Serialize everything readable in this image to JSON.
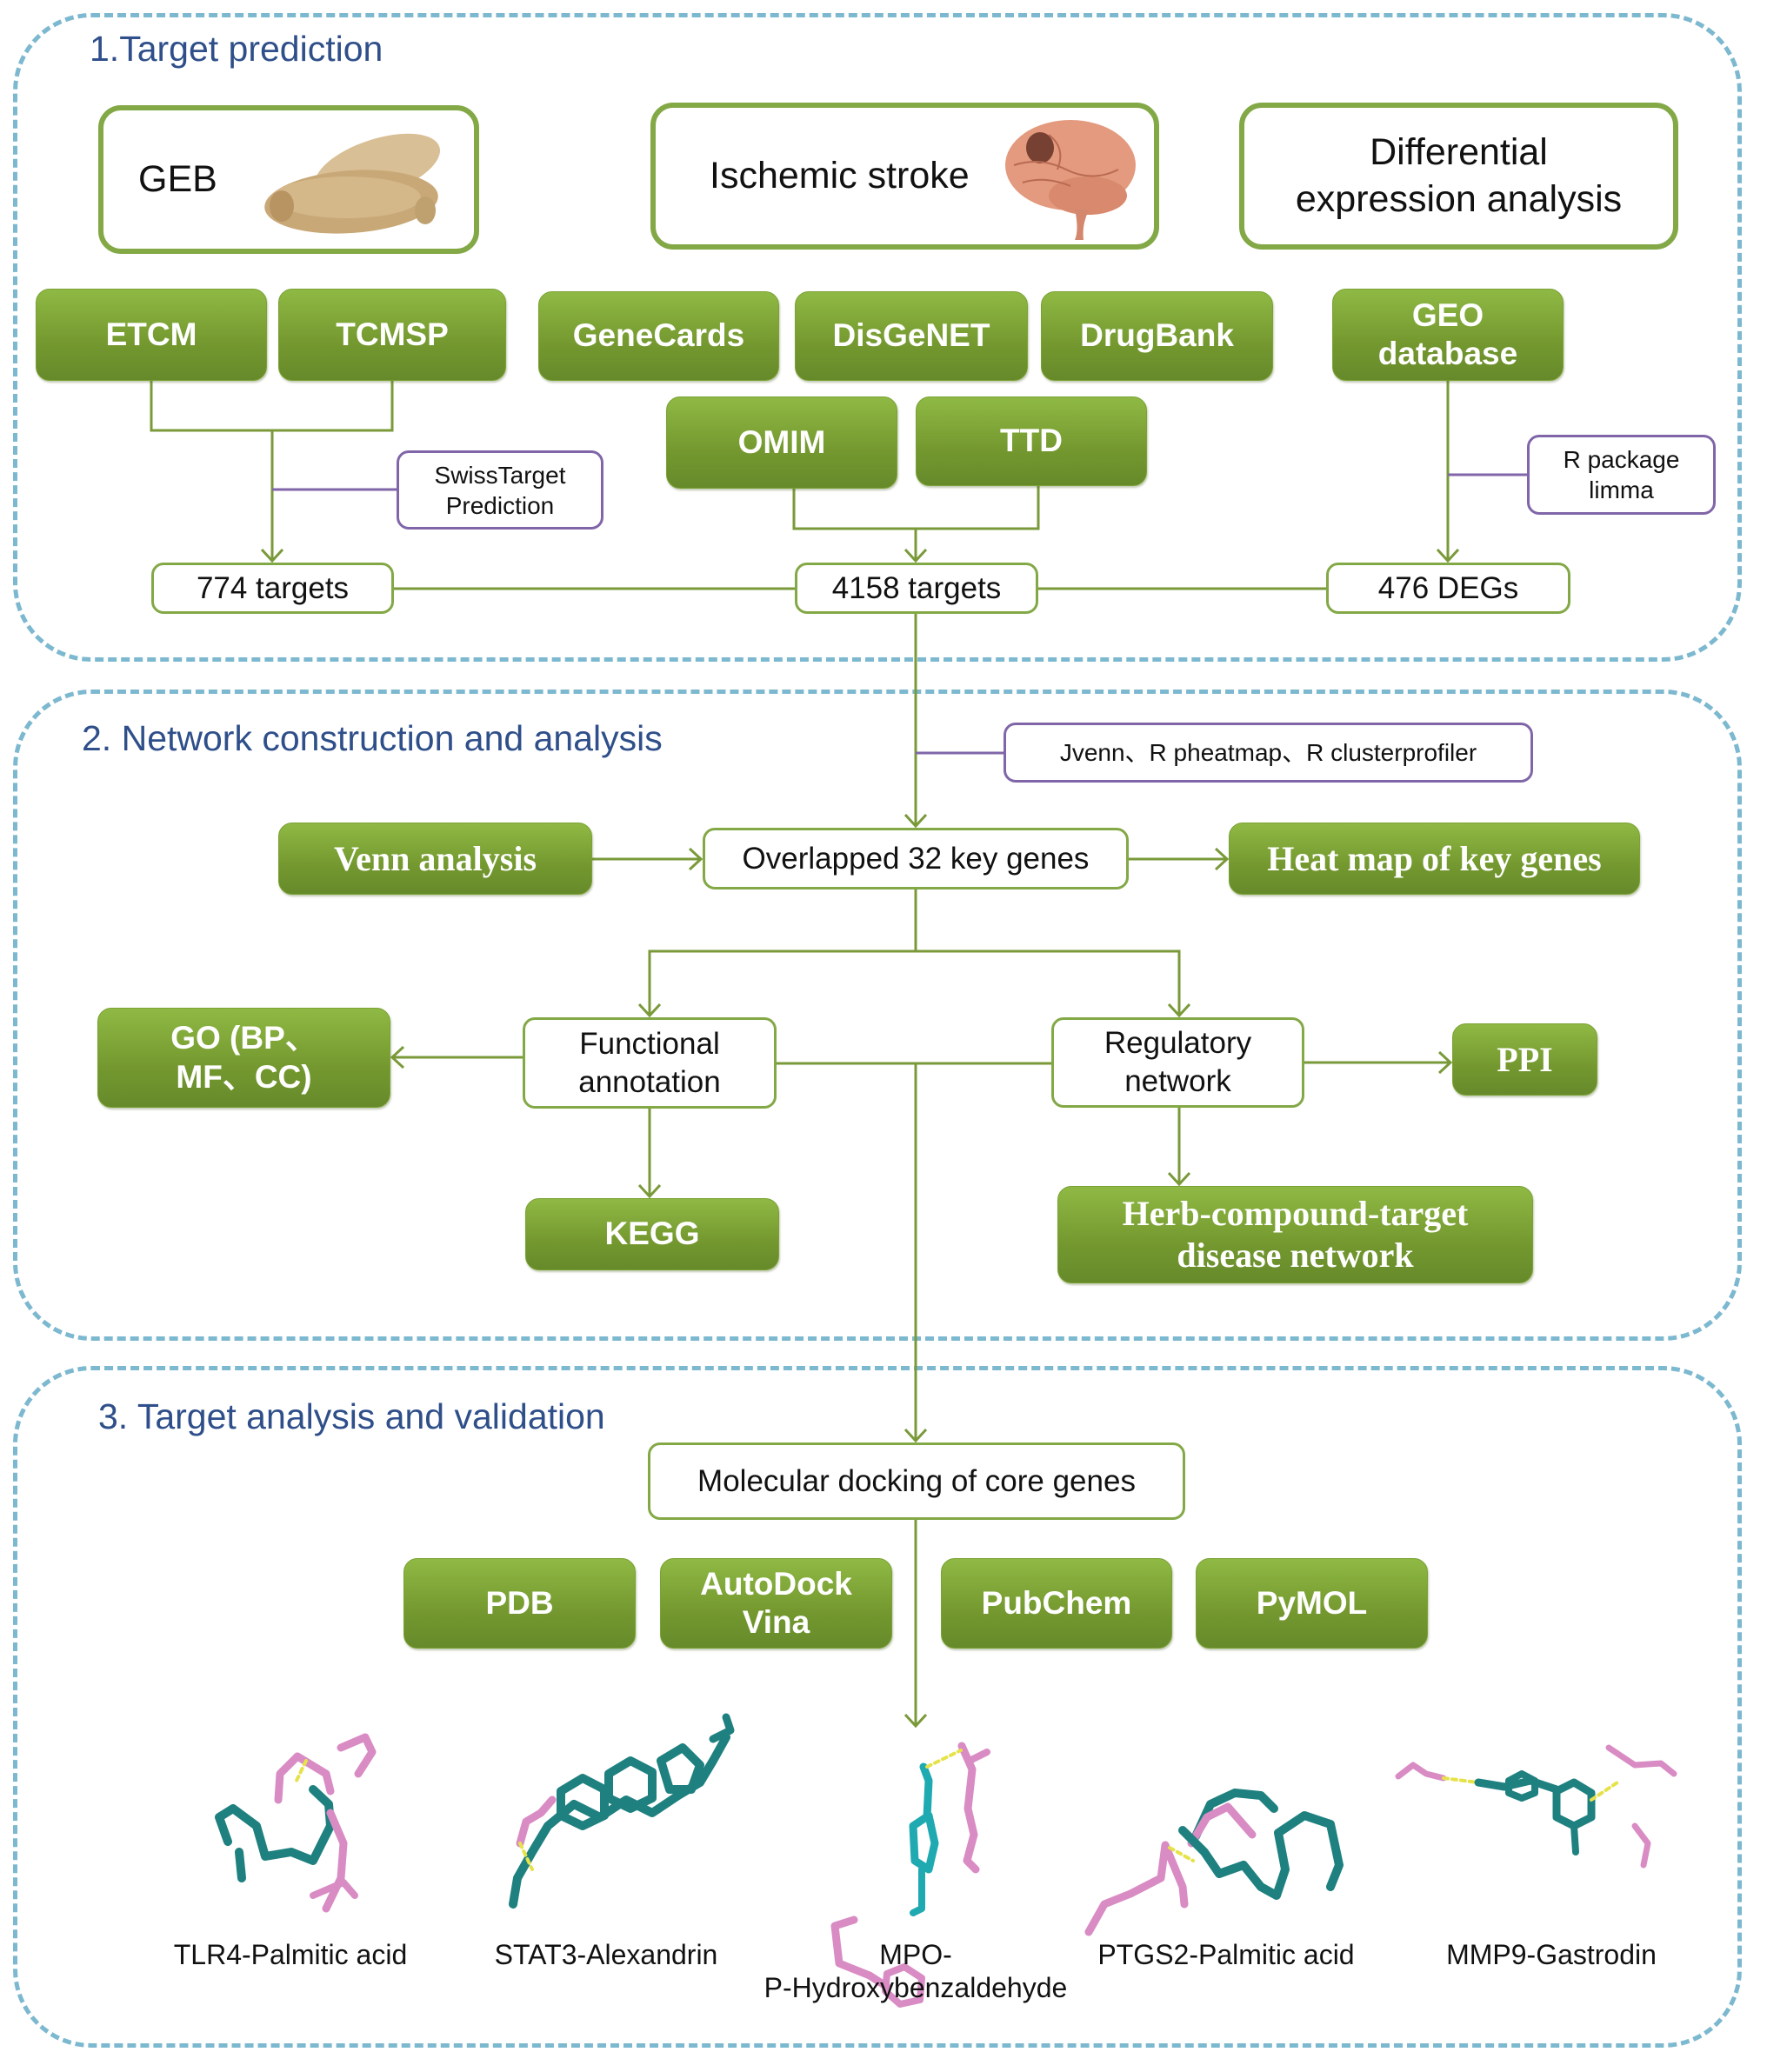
{
  "sections": [
    {
      "title": "1.Target prediction"
    },
    {
      "title": "2. Network construction and analysis"
    },
    {
      "title": "3. Target analysis and validation"
    }
  ],
  "section1": {
    "sources": {
      "geb": {
        "label": "GEB",
        "icon": "herb-rhizome-image"
      },
      "stroke": {
        "label": "Ischemic stroke",
        "icon": "brain-image"
      },
      "dea": {
        "label": "Differential expression analysis"
      }
    },
    "databases": {
      "etcm": "ETCM",
      "tcmsp": "TCMSP",
      "genecards": "GeneCards",
      "disgenet": "DisGeNET",
      "drugbank": "DrugBank",
      "geo": "GEO database",
      "omim": "OMIM",
      "ttd": "TTD"
    },
    "tools": {
      "swiss": "SwissTarget Prediction",
      "limma": "R package limma"
    },
    "results": {
      "herb_targets": "774 targets",
      "disease_targets": "4158 targets",
      "degs": "476 DEGs"
    }
  },
  "section2": {
    "tools": "Jvenn、R pheatmap、R  clusterprofiler",
    "venn": "Venn analysis",
    "overlap": "Overlapped 32 key genes",
    "heatmap": "Heat map of key genes",
    "functional": "Functional annotation",
    "regulatory": "Regulatory network",
    "go": "GO (BP、MF、CC)",
    "kegg": "KEGG",
    "ppi": "PPI",
    "herb_network": "Herb-compound-target disease network"
  },
  "section3": {
    "docking": "Molecular docking of core genes",
    "tools": {
      "pdb": "PDB",
      "autodock": "AutoDock Vina",
      "pubchem": "PubChem",
      "pymol": "PyMOL"
    },
    "complexes": [
      {
        "label": "TLR4-Palmitic  acid"
      },
      {
        "label": "STAT3-Alexandrin"
      },
      {
        "label": "MPO-\nP-Hydroxybenzaldehyde"
      },
      {
        "label": "PTGS2-Palmitic  acid"
      },
      {
        "label": "MMP9-Gastrodin"
      }
    ]
  },
  "colors": {
    "section_border": "#7cb8cf",
    "section_title": "#2f4f8a",
    "green_box": "#7aa234",
    "connector": "#7a9a3a",
    "tool_border": "#8066a8",
    "ligand": "#1f8080",
    "residue": "#d98cc4",
    "hbond": "#e6e24a"
  }
}
